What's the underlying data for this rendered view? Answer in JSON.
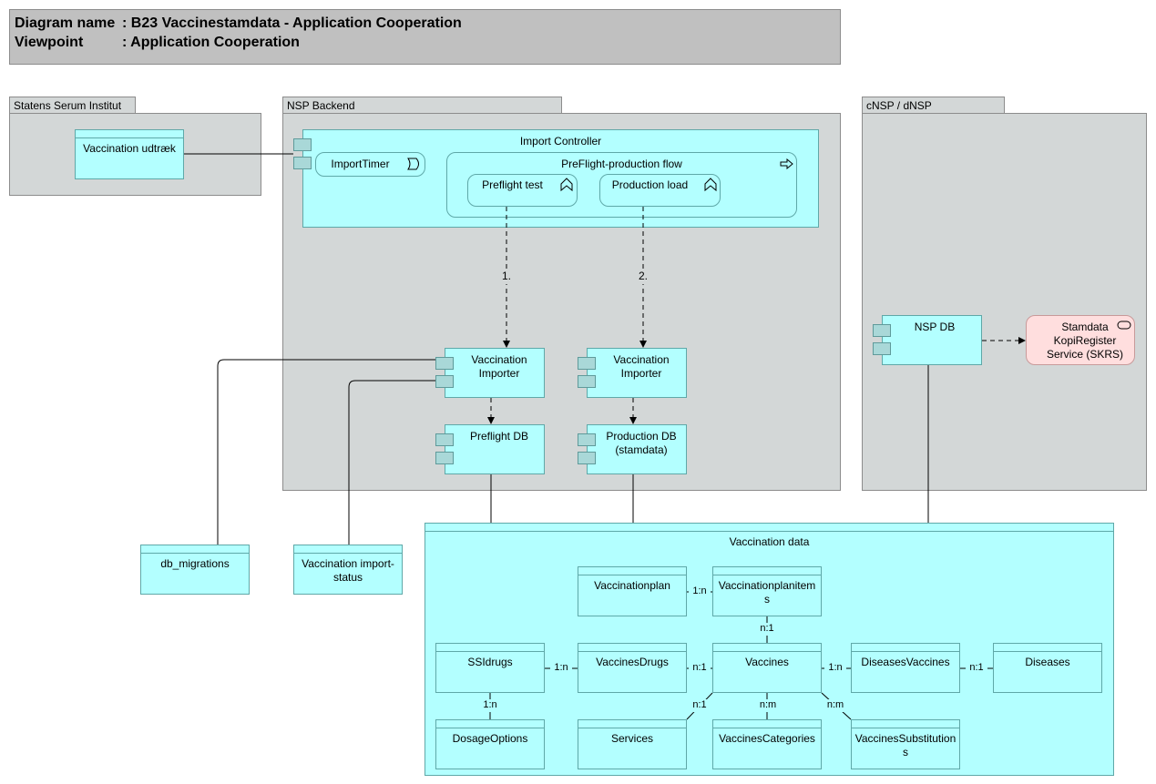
{
  "header": {
    "diagram_name_label": "Diagram name",
    "diagram_name_value": ": B23 Vaccinestamdata - Application Cooperation",
    "viewpoint_label": "Viewpoint",
    "viewpoint_value": ": Application Cooperation"
  },
  "groups": {
    "ssi": "Statens Serum Institut",
    "nsp": "NSP Backend",
    "cnsp": "cNSP / dNSP"
  },
  "elements": {
    "vaccination_udtraek": "Vaccination udtræk",
    "import_controller": "Import Controller",
    "import_timer": "ImportTimer",
    "preflight_flow": "PreFlight-production flow",
    "preflight_test": "Preflight test",
    "production_load": "Production load",
    "importer_1_line1": "Vaccination",
    "importer_1_line2": "Importer",
    "importer_2_line1": "Vaccination",
    "importer_2_line2": "Importer",
    "preflight_db": "Preflight DB",
    "production_db_line1": "Production DB",
    "production_db_line2": "(stamdata)",
    "nsp_db": "NSP DB",
    "skrs_line1": "Stamdata",
    "skrs_line2": "KopiRegister",
    "skrs_line3": "Service (SKRS)",
    "db_migrations": "db_migrations",
    "import_status_line1": "Vaccination import-",
    "import_status_line2": "status",
    "vaccination_data": "Vaccination data"
  },
  "flow_labels": {
    "step1": "1.",
    "step2": "2."
  },
  "data_objects": {
    "vaccinationplan": "Vaccinationplan",
    "planitems_line1": "Vaccinationplanitem",
    "planitems_line2": "s",
    "ssidrugs": "SSIdrugs",
    "vaccinesdrugs": "VaccinesDrugs",
    "vaccines": "Vaccines",
    "diseasesvaccines": "DiseasesVaccines",
    "diseases": "Diseases",
    "dosageoptions": "DosageOptions",
    "services": "Services",
    "vaccinescategories": "VaccinesCategories",
    "substitutions_line1": "VaccinesSubstitution",
    "substitutions_line2": "s"
  },
  "cardinalities": {
    "plan_items": "1:n",
    "items_vaccines": "n:1",
    "ssi_vdrugs": "1:n",
    "vdrugs_vaccines": "n:1",
    "vaccines_dvacc": "1:n",
    "dvacc_diseases": "n:1",
    "ssi_dosage": "1:n",
    "vaccines_services": "n:1",
    "vaccines_categories": "n:m",
    "vaccines_subst": "n:m"
  },
  "colors": {
    "group_fill": "#d3d7d7",
    "component_fill": "#b3ffff",
    "service_fill": "#ffdede",
    "header_fill": "#c0c0c0"
  }
}
